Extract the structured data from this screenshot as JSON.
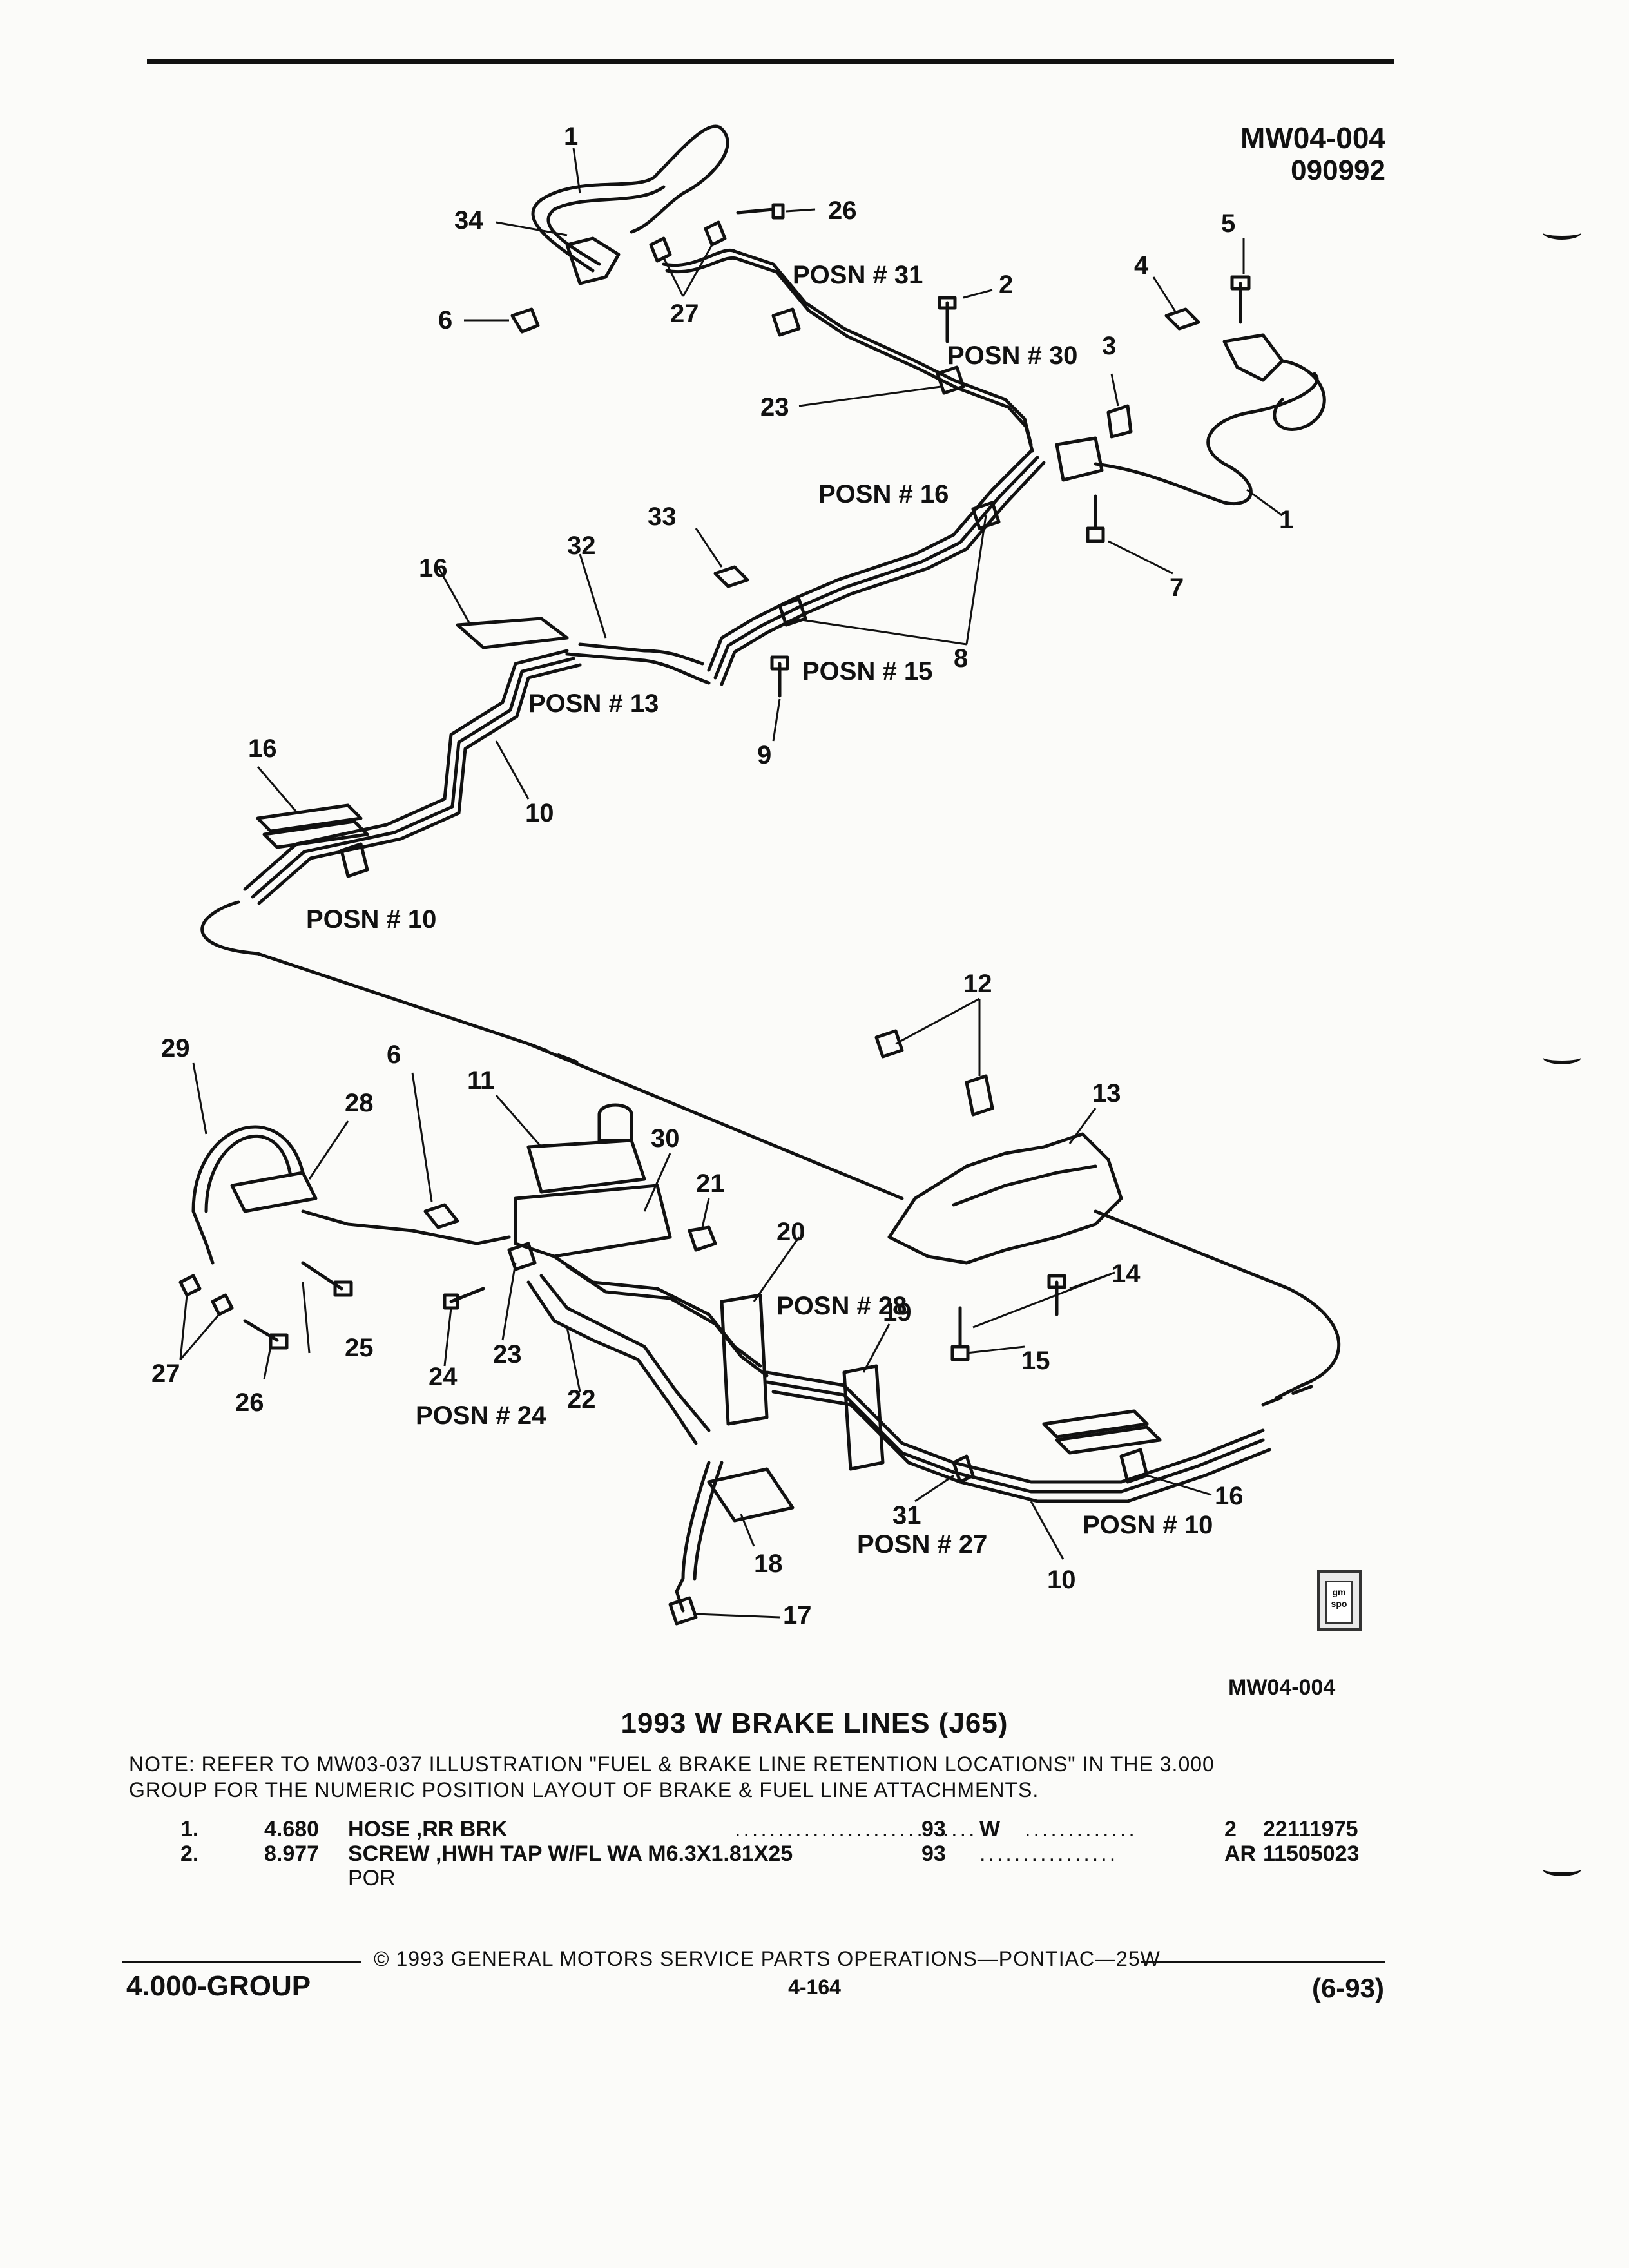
{
  "header": {
    "code": "MW04-004",
    "date_code": "090992"
  },
  "labels": {
    "posn31": "POSN # 31",
    "posn30": "POSN # 30",
    "posn16": "POSN # 16",
    "posn15": "POSN # 15",
    "posn13": "POSN # 13",
    "posn10_top": "POSN # 10",
    "posn28": "POSN # 28",
    "posn24": "POSN # 24",
    "posn27": "POSN # 27",
    "posn10_bottom": "POSN # 10"
  },
  "callouts": [
    "1",
    "34",
    "26",
    "6",
    "27",
    "2",
    "4",
    "5",
    "3",
    "23",
    "1",
    "7",
    "33",
    "32",
    "16",
    "8",
    "9",
    "16",
    "10",
    "29",
    "6",
    "11",
    "28",
    "12",
    "13",
    "30",
    "21",
    "20",
    "14",
    "19",
    "15",
    "27",
    "25",
    "24",
    "23",
    "22",
    "26",
    "31",
    "18",
    "17",
    "10",
    "16"
  ],
  "figure": {
    "code": "MW04-004",
    "title": "1993 W BRAKE LINES (J65)",
    "note_line1": "NOTE:  REFER TO MW03-037 ILLUSTRATION \"FUEL & BRAKE LINE RETENTION LOCATIONS\" IN THE 3.000",
    "note_line2": "GROUP FOR THE NUMERIC POSITION LAYOUT OF BRAKE & FUEL LINE ATTACHMENTS."
  },
  "parts": [
    {
      "idx": "1.",
      "code": "4.680",
      "desc": "HOSE ,RR BRK",
      "dots": "............................",
      "year": "93",
      "type": "W",
      "type_dots": ".............",
      "qty": "2",
      "part_number": "22111975",
      "desc2": ""
    },
    {
      "idx": "2.",
      "code": "8.977",
      "desc": "SCREW ,HWH TAP W/FL WA M6.3X1.81X25",
      "dots": "",
      "year": "93",
      "type": "",
      "type_dots": "................",
      "qty": "AR",
      "part_number": "11505023",
      "desc2": "POR"
    }
  ],
  "footer": {
    "copyright": "© 1993  GENERAL MOTORS SERVICE PARTS OPERATIONS—PONTIAC—25W",
    "group": "4.000-GROUP",
    "page": "4-164",
    "date": "(6-93)"
  },
  "logo_text": "gm spo"
}
